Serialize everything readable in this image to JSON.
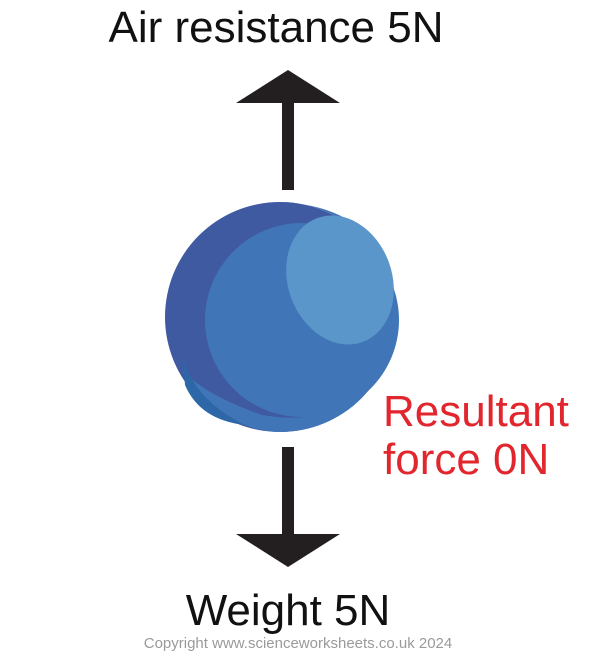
{
  "labels": {
    "air_resistance": "Air resistance 5N",
    "weight": "Weight 5N",
    "resultant_line1": "Resultant",
    "resultant_line2": "force 0N",
    "copyright": "Copyright www.scienceworksheets.co.uk 2024"
  },
  "colors": {
    "arrow": "#231f20",
    "label_text": "#111111",
    "resultant_text": "#e1262d",
    "ball_dark": "#3f5aa0",
    "ball_main": "#4076b8",
    "ball_shadow": "#2e67a8",
    "ball_highlight": "#5b96cb",
    "copyright_text": "#9a9a9a"
  },
  "icons": {
    "up_arrow": "arrow-up-icon",
    "down_arrow": "arrow-down-icon",
    "ball": "sphere-icon"
  }
}
